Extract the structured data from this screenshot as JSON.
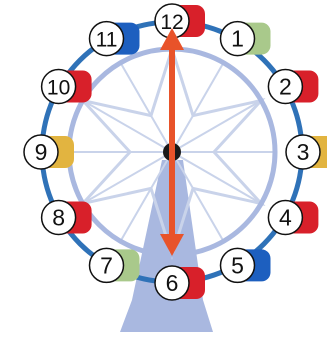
{
  "seats": [
    {
      "label": "1",
      "color": "#a9c98b"
    },
    {
      "label": "2",
      "color": "#d8202a"
    },
    {
      "label": "3",
      "color": "#e2b440"
    },
    {
      "label": "4",
      "color": "#d8202a"
    },
    {
      "label": "5",
      "color": "#1d5fbf"
    },
    {
      "label": "6",
      "color": "#d8202a"
    },
    {
      "label": "7",
      "color": "#a9c98b"
    },
    {
      "label": "8",
      "color": "#d8202a"
    },
    {
      "label": "9",
      "color": "#e2b440"
    },
    {
      "label": "10",
      "color": "#d8202a"
    },
    {
      "label": "11",
      "color": "#1d5fbf"
    },
    {
      "label": "12",
      "color": "#d8202a"
    }
  ],
  "colors": {
    "outer_rim": "#2f72b8",
    "inner_rim": "#a9b8e0",
    "spokes": "#c9d3ea",
    "stand": "#a9b8e0",
    "hub": "#1a1a1a",
    "arrow": "#e8532a",
    "seat_face": "#ffffff",
    "seat_outline": "#111111"
  }
}
